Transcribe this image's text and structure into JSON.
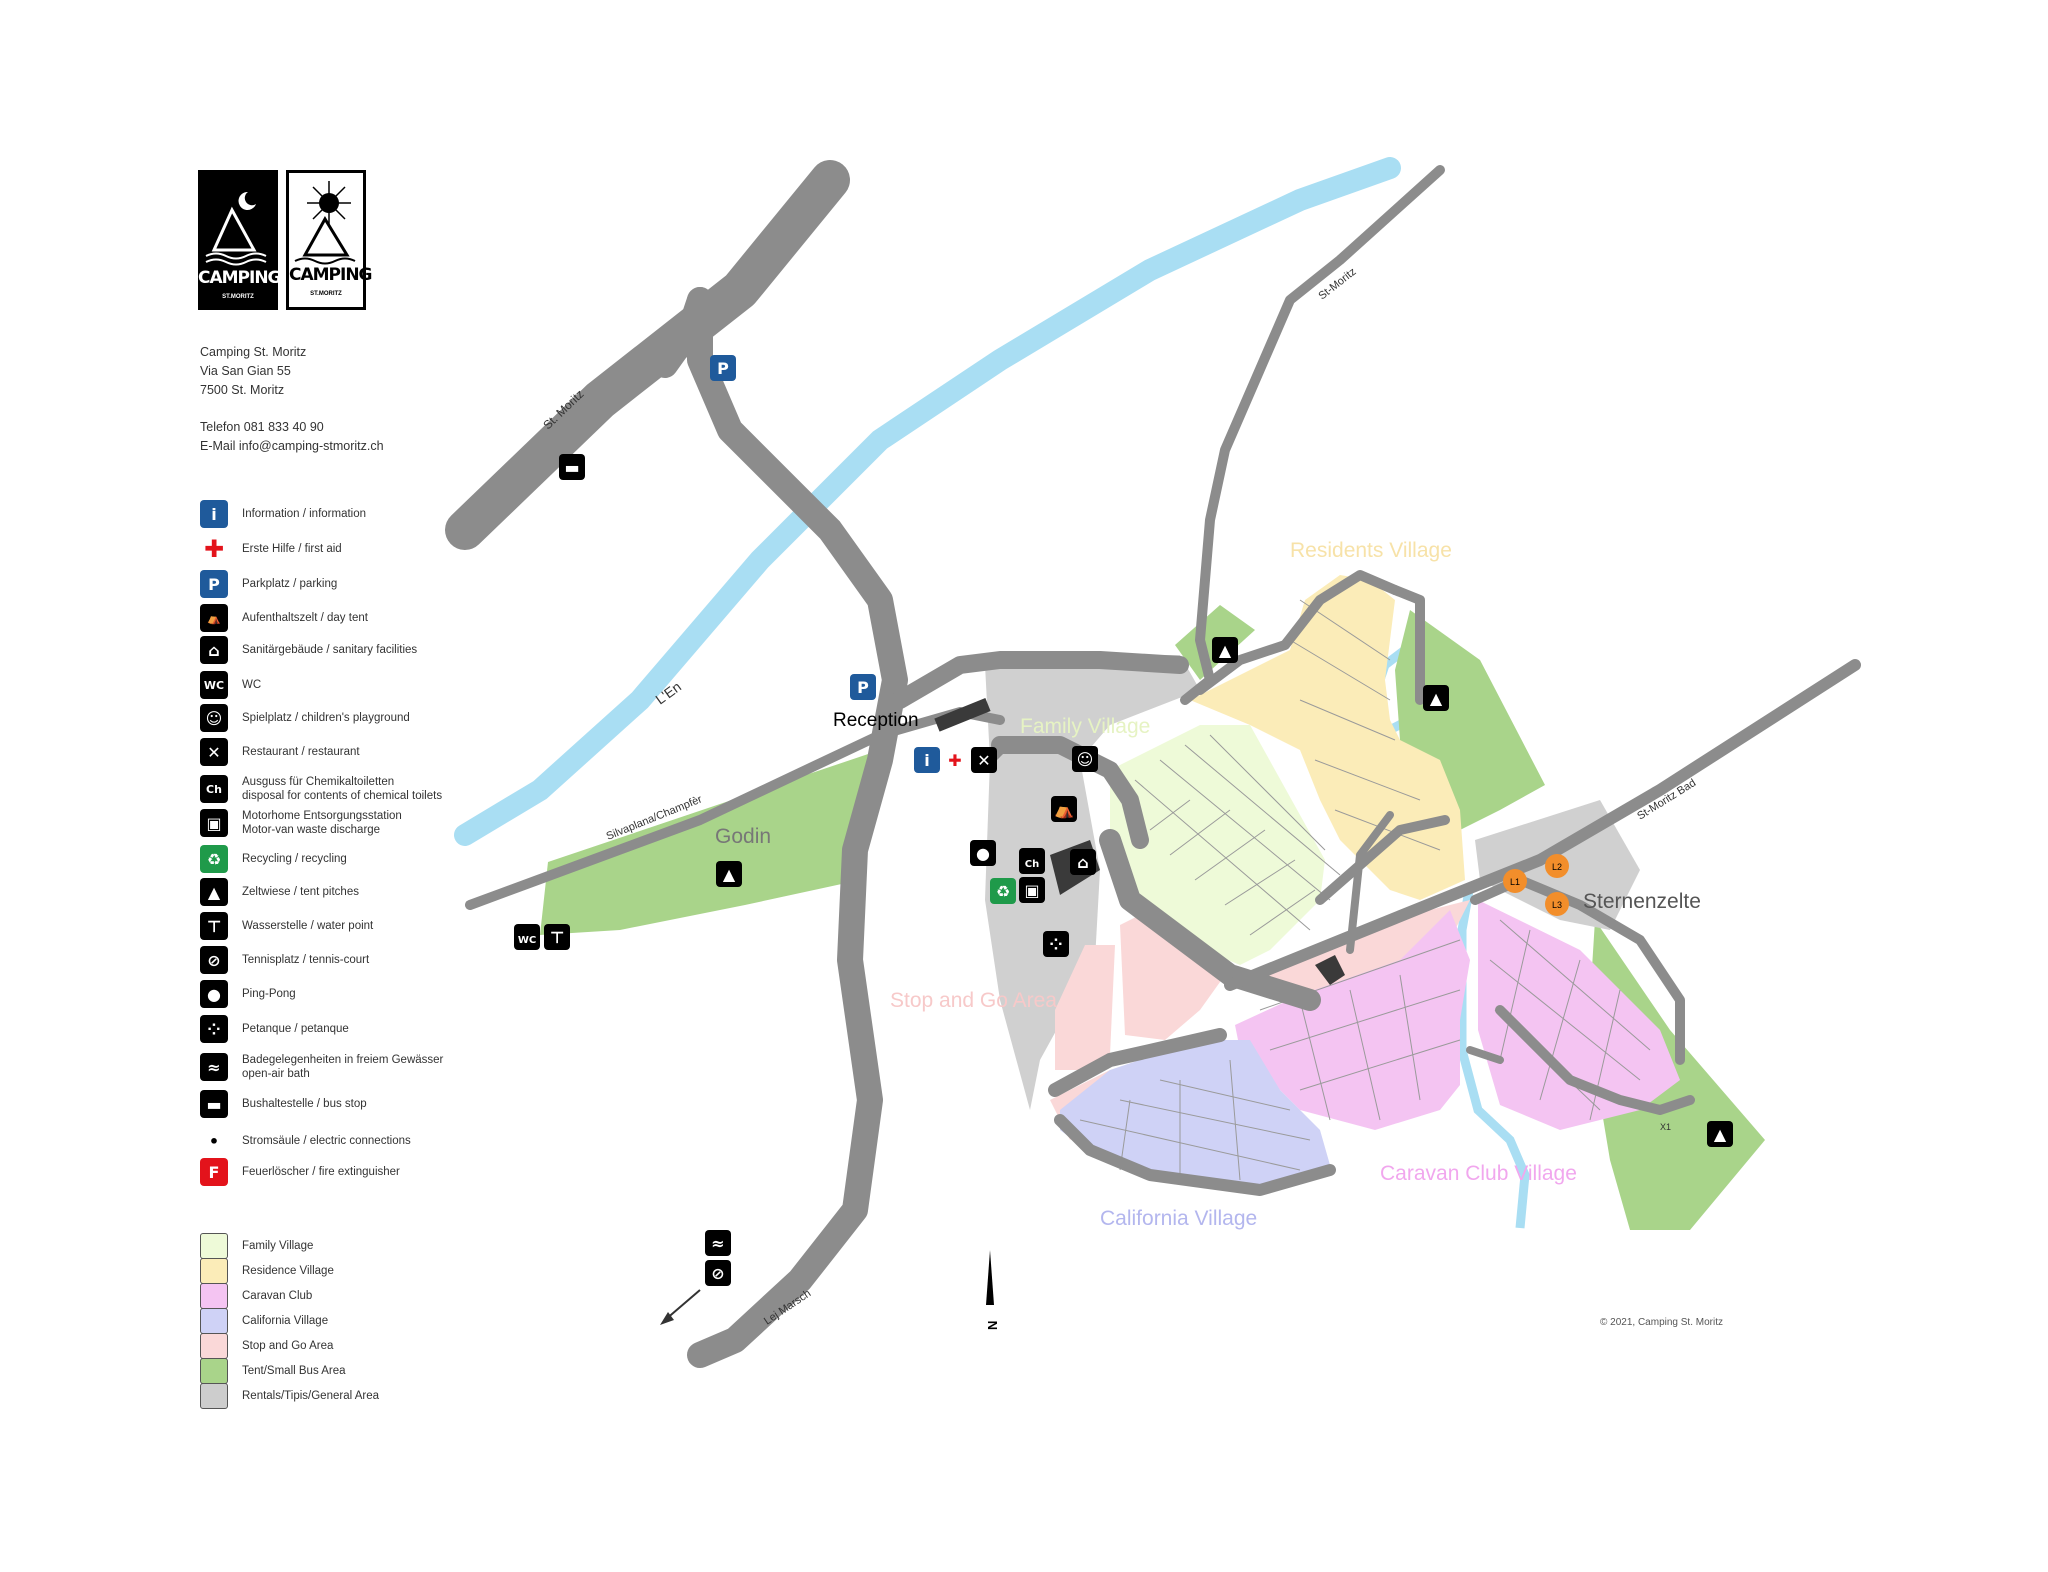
{
  "logos": [
    {
      "word": "CAMPING",
      "sub": "ST.MORITZ"
    },
    {
      "word": "CAMPING",
      "sub": "ST.MORITZ"
    }
  ],
  "address": {
    "name": "Camping St. Moritz",
    "street": "Via San Gian 55",
    "city": "7500  St. Moritz",
    "phone": "Telefon 081 833 40 90",
    "email": "E-Mail info@camping-stmoritz.ch"
  },
  "legend": [
    {
      "icon": "information-icon",
      "glyph": "i",
      "style": "blue",
      "label": "Information / information"
    },
    {
      "icon": "first-aid-icon",
      "glyph": "✚",
      "style": "red",
      "label": "Erste Hilfe / first aid"
    },
    {
      "icon": "parking-icon",
      "glyph": "P",
      "style": "blue",
      "label": "Parkplatz / parking"
    },
    {
      "icon": "day-tent-icon",
      "glyph": "⛺",
      "style": "small",
      "label": "Aufenthaltszelt / day tent"
    },
    {
      "icon": "sanitary-icon",
      "glyph": "⌂",
      "style": "",
      "label": "Sanitärgebäude / sanitary facilities"
    },
    {
      "icon": "wc-icon",
      "glyph": "WC",
      "style": "small",
      "label": "WC"
    },
    {
      "icon": "playground-icon",
      "glyph": "☺",
      "style": "",
      "label": "Spielplatz / children's playground"
    },
    {
      "icon": "restaurant-icon",
      "glyph": "✕",
      "style": "",
      "label": "Restaurant / restaurant"
    },
    {
      "icon": "chemical-toilet-icon",
      "glyph": "Ch",
      "style": "small",
      "label": "Ausguss für Chemikaltoiletten\ndisposal for contents of chemical toilets"
    },
    {
      "icon": "motorhome-icon",
      "glyph": "▣",
      "style": "",
      "label": "Motorhome Entsorgungsstation\nMotor-van waste discharge"
    },
    {
      "icon": "recycling-icon",
      "glyph": "♻",
      "style": "green",
      "label": "Recycling / recycling"
    },
    {
      "icon": "tent-pitch-icon",
      "glyph": "▲",
      "style": "",
      "label": "Zeltwiese / tent pitches"
    },
    {
      "icon": "water-point-icon",
      "glyph": "⊤",
      "style": "",
      "label": "Wasserstelle / water point"
    },
    {
      "icon": "tennis-icon",
      "glyph": "⊘",
      "style": "",
      "label": "Tennisplatz / tennis-court"
    },
    {
      "icon": "ping-pong-icon",
      "glyph": "●",
      "style": "",
      "label": "Ping-Pong"
    },
    {
      "icon": "petanque-icon",
      "glyph": "⁘",
      "style": "",
      "label": "Petanque / petanque"
    },
    {
      "icon": "swimming-icon",
      "glyph": "≈",
      "style": "",
      "label": "Badegelegenheiten in freiem Gewässer\nopen-air bath"
    },
    {
      "icon": "bus-stop-icon",
      "glyph": "▬",
      "style": "",
      "label": "Bushaltestelle / bus stop"
    },
    {
      "icon": "electric-icon",
      "glyph": "•",
      "style": "dot",
      "label": "Stromsäule  / electric connections"
    },
    {
      "icon": "fire-extinguisher-icon",
      "glyph": "F",
      "style": "fire",
      "label": "Feuerlöscher / fire extinguisher"
    }
  ],
  "zones": [
    {
      "color": "#eefad8",
      "label": "Family Village"
    },
    {
      "color": "#fbecb8",
      "label": "Residence Village"
    },
    {
      "color": "#f4c4f2",
      "label": "Caravan Club"
    },
    {
      "color": "#cfd2f6",
      "label": "California Village"
    },
    {
      "color": "#fad8d8",
      "label": "Stop and Go Area"
    },
    {
      "color": "#a9d48a",
      "label": "Tent/Small Bus Area"
    },
    {
      "color": "#cdcdcd",
      "label": "Rentals/Tipis/General Area"
    }
  ],
  "map": {
    "colors": {
      "road": "#8c8c8c",
      "river": "#a9def3",
      "tent_area": "#a9d48a",
      "general": "#d0d0d0",
      "family": "#eefad8",
      "residents": "#fbecb8",
      "caravan": "#f4c4f2",
      "california": "#cfd2f6",
      "stopgo": "#fad8d8",
      "lantern": "#f28e2b"
    },
    "place_labels": {
      "residents": "Residents Village",
      "family": "Family Village",
      "stopgo": "Stop and Go Area",
      "caravan": "Caravan Club Village",
      "california": "California Village",
      "godin": "Godin",
      "sternenzelte": "Sternenzelte",
      "reception": "Reception"
    },
    "road_labels": {
      "st_moritz_nw": "St. Moritz",
      "st_moritz_ne": "St-Moritz",
      "st_moritz_bad": "St-Moritz Bad",
      "silvaplana": "Silvaplana/Champfèr",
      "lej_marsch": "Lej Marsch",
      "river": "L'En"
    },
    "north": "N",
    "lanterns": [
      "L1",
      "L2",
      "L3"
    ],
    "pitch_x1": "X1"
  },
  "copyright": "© 2021, Camping St. Moritz"
}
